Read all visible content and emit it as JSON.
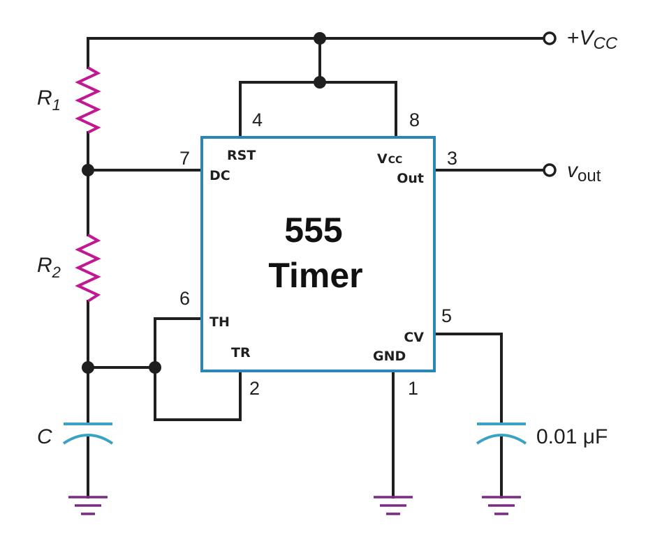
{
  "chip": {
    "title_line1": "555",
    "title_line2": "Timer"
  },
  "pins": {
    "rst": {
      "number": "4",
      "label": "RST"
    },
    "vcc": {
      "number": "8",
      "label_main": "V",
      "label_sub": "CC"
    },
    "dc": {
      "number": "7",
      "label": "DC"
    },
    "out": {
      "number": "3",
      "label": "Out"
    },
    "th": {
      "number": "6",
      "label": "TH"
    },
    "tr": {
      "number": "2",
      "label": "TR"
    },
    "gnd": {
      "number": "1",
      "label": "GND"
    },
    "cv": {
      "number": "5",
      "label": "CV"
    }
  },
  "components": {
    "r1": {
      "letter": "R",
      "subscript": "1"
    },
    "r2": {
      "letter": "R",
      "subscript": "2"
    },
    "c": {
      "letter": "C"
    },
    "c_cv": {
      "value": "0.01 μF"
    }
  },
  "terminals": {
    "supply": {
      "prefix": "+",
      "main": "V",
      "sub": "CC"
    },
    "output": {
      "main": "v",
      "sub": "out"
    }
  },
  "colors": {
    "wire": "#1f1f1f",
    "resistor": "#c2188f",
    "capacitor": "#3aa3c4",
    "ground": "#7b2a85",
    "ic_border": "#2a87b5"
  }
}
